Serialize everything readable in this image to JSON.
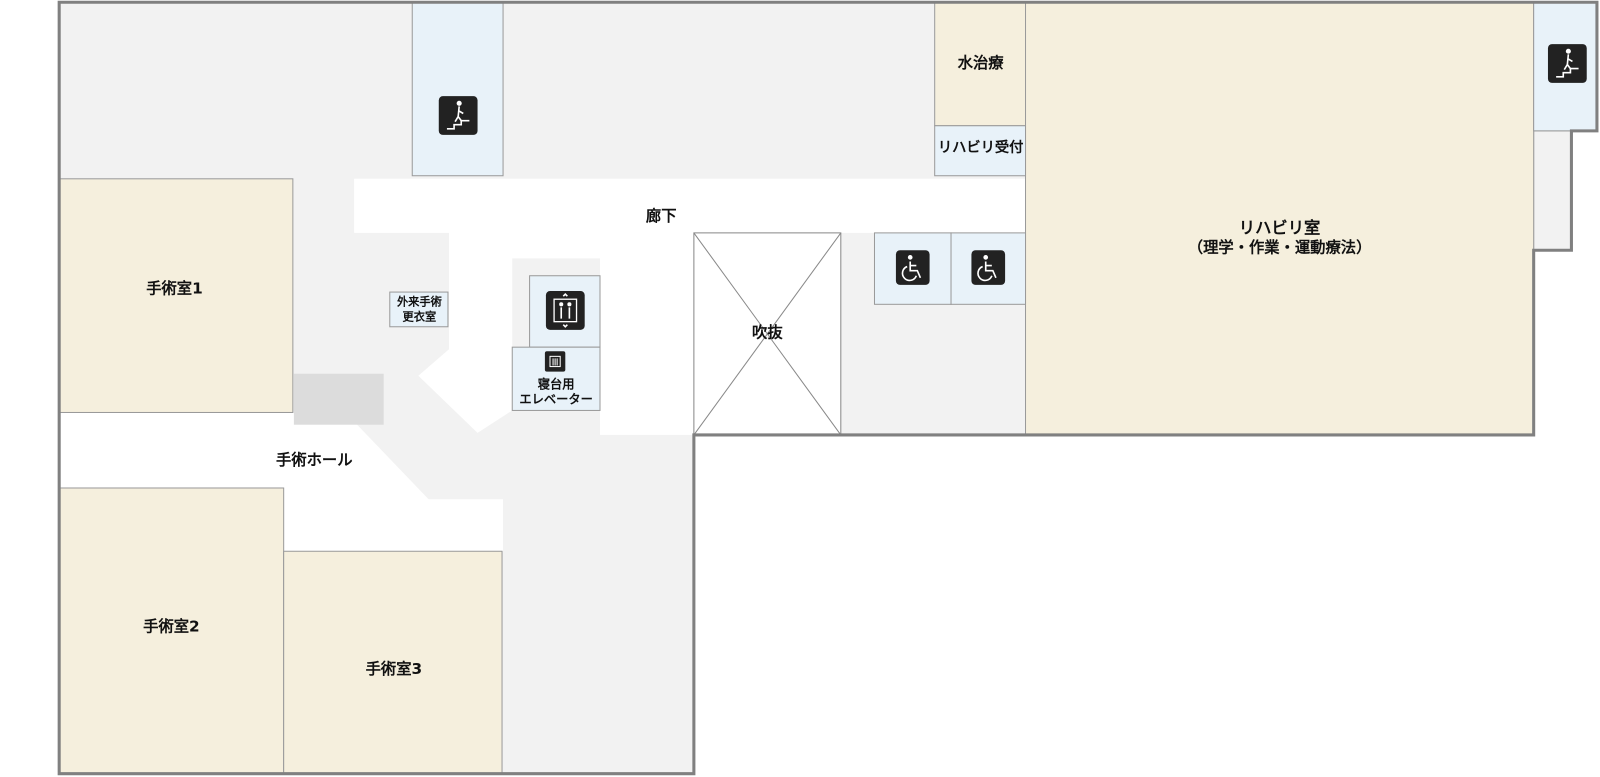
{
  "colors": {
    "floor": "#f2f2f2",
    "corridor": "#ffffff",
    "room": "#f5efdd",
    "facility": "#e8f2f9",
    "outline": "#808080",
    "icon": "#222222"
  },
  "rooms": {
    "or1": "手術室1",
    "or2": "手術室2",
    "or3": "手術室3",
    "or_hall": "手術ホール",
    "corridor": "廊下",
    "atrium": "吹抜",
    "hydro": "水治療",
    "rehab_reception": "リハビリ受付",
    "rehab_room": "リハビリ室",
    "rehab_room_sub": "（理学・作業・運動療法）",
    "changing_1": "外来手術",
    "changing_2": "更衣室",
    "bed_elevator_1": "寝台用",
    "bed_elevator_2": "エレベーター"
  },
  "icons": [
    "stairs-icon",
    "elevator-icon",
    "bed-elevator-icon",
    "wheelchair-toilet-icon",
    "wheelchair-toilet-icon",
    "stairs-icon"
  ]
}
